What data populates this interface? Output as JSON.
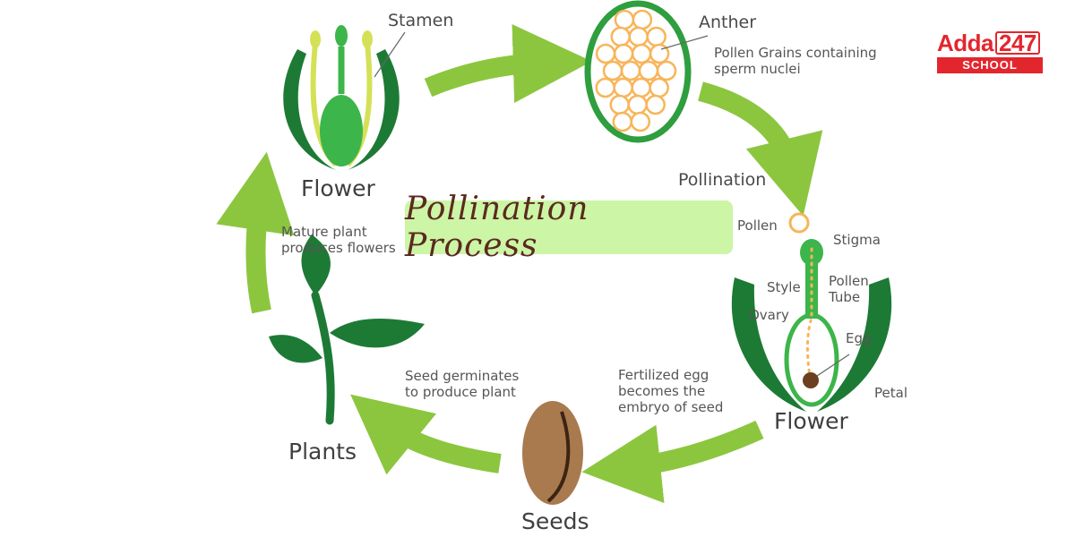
{
  "title": "Pollination Process",
  "logo": {
    "brand": "Adda",
    "number": "247",
    "tagline": "SCHOOL"
  },
  "labels": {
    "stamen": "Stamen",
    "anther": "Anther",
    "pollen_grains": "Pollen Grains containing sperm nuclei",
    "flower_top": "Flower",
    "pollination": "Pollination",
    "pollen": "Pollen",
    "stigma": "Stigma",
    "style": "Style",
    "pollen_tube": "Pollen Tube",
    "ovary": "Ovary",
    "egg": "Egg",
    "petal": "Petal",
    "flower_right": "Flower",
    "fertilized": "Fertilized egg becomes the embryo of seed",
    "seeds": "Seeds",
    "seed_germinates": "Seed germinates to produce plant",
    "plants": "Plants",
    "mature_plant": "Mature plant produces flowers"
  },
  "colors": {
    "arrow": "#8cc63f",
    "dark_green": "#1d7a35",
    "mid_green": "#3cb54a",
    "yellow_green": "#d4e157",
    "pollen_orange": "#f7b55a",
    "seed_brown": "#a87a4d",
    "title_bg": "#ccf5a6",
    "title_text": "#5a2a1e",
    "logo_red": "#e3262d"
  }
}
